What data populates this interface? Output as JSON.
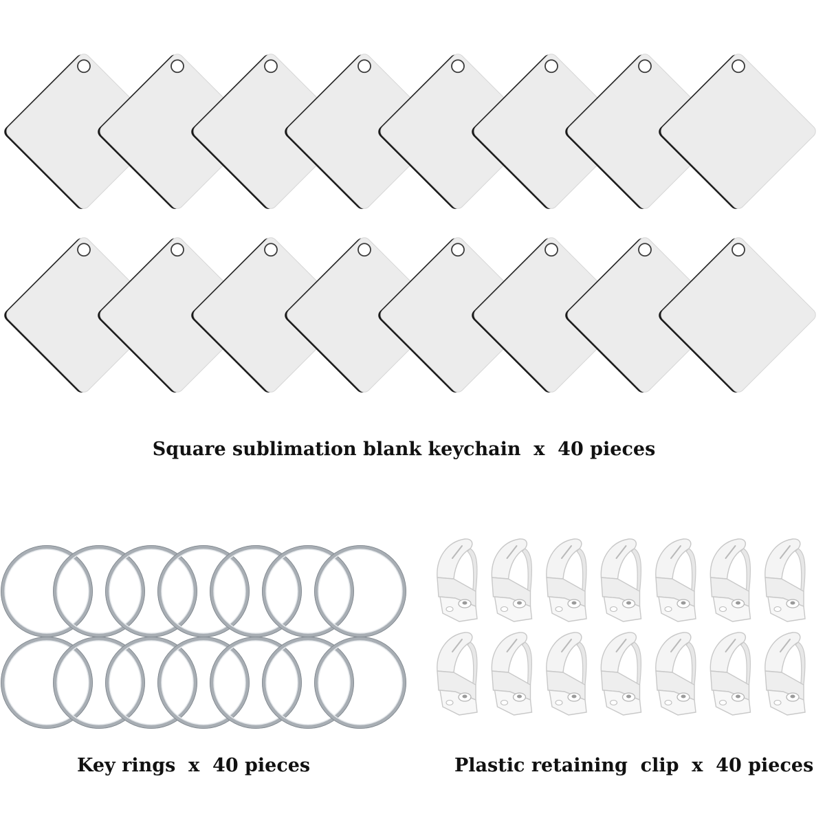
{
  "captions": {
    "keychain": "Square sublimation blank keychain  x  40 pieces",
    "key_rings": "Key rings  x  40 pieces",
    "clips": "Plastic retaining  clip  x  40 pieces"
  },
  "items": {
    "keychain_blank": {
      "icon": "square-keychain-blank-icon",
      "rows": 2,
      "per_row": 8,
      "face_color": "#ececec",
      "edge_color": "#1a1a1a"
    },
    "key_ring": {
      "icon": "split-key-ring-icon",
      "rows": 2,
      "per_row": 7,
      "ring_color": "#a8aeb4",
      "ring_highlight": "#e6e9ec"
    },
    "retaining_clip": {
      "icon": "plastic-retaining-clip-icon",
      "rows": 2,
      "per_row": 7,
      "body_color": "#f4f4f4",
      "outline_color": "#c8c8c8"
    }
  }
}
